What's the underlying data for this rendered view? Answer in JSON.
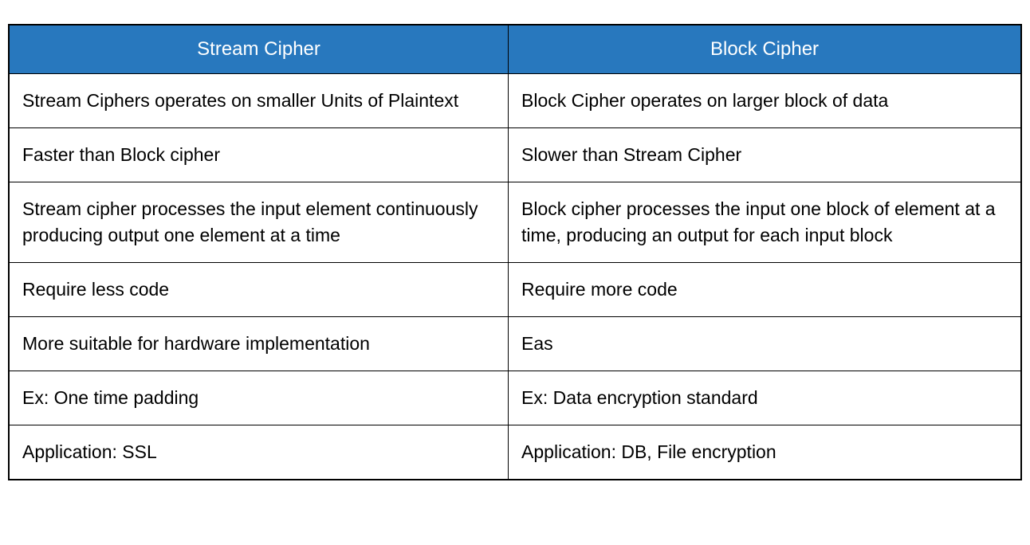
{
  "table": {
    "header": {
      "left": "Stream Cipher",
      "right": "Block Cipher",
      "bg": "#2878BE",
      "text_color": "#ffffff"
    },
    "rows": [
      {
        "left": "Stream Ciphers operates on smaller Units of Plaintext",
        "right": "Block Cipher operates on larger block of data"
      },
      {
        "left": "Faster than Block cipher",
        "right": "Slower than Stream Cipher"
      },
      {
        "left": "Stream cipher processes the input element continuously producing output one element at a time",
        "right": "Block cipher processes the input one block of element at a time, producing an output for each input block"
      },
      {
        "left": "Require less code",
        "right": "Require more code"
      },
      {
        "left": "More suitable for hardware implementation",
        "right": "Eas"
      },
      {
        "left": "Ex: One time padding",
        "right": "Ex: Data encryption standard"
      },
      {
        "left": "Application: SSL",
        "right": "Application: DB, File encryption"
      }
    ]
  }
}
